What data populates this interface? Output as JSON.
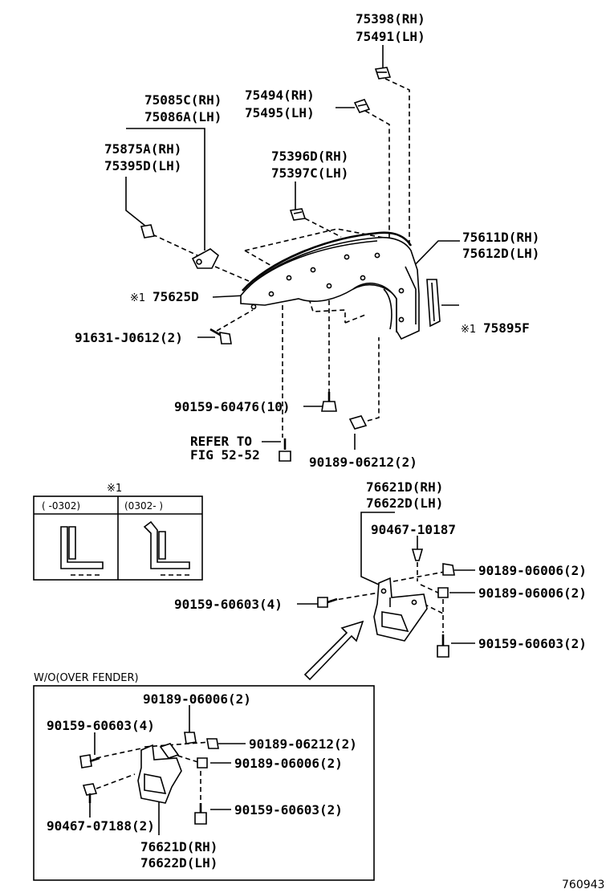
{
  "labels": {
    "clip_top_rh": "75398(RH)",
    "clip_top_lh": "75491(LH)",
    "clip_b_rh": "75494(RH)",
    "clip_b_lh": "75495(LH)",
    "bracket_rh": "75085C(RH)",
    "bracket_lh": "75086A(LH)",
    "clip_a_rh": "75875A(RH)",
    "clip_a_lh": "75395D(LH)",
    "clip_c_rh": "75396D(RH)",
    "clip_c_lh": "75397C(LH)",
    "fender_rh": "75611D(RH)",
    "fender_lh": "75612D(LH)",
    "molding_mark": "※1",
    "molding": "75625D",
    "seal_mark": "※1",
    "seal": "75895F",
    "screw_91631": "91631-J0612(2)",
    "bolt_90159_10": "90159-60476(10)",
    "refer_line1": "REFER TO",
    "refer_line2": "FIG 52-52",
    "clip_90189_06212_2": "90189-06212(2)",
    "mud_rh": "76621D(RH)",
    "mud_lh": "76622D(LH)",
    "clip_90467_10187": "90467-10187",
    "clip_90189_06006_2a": "90189-06006(2)",
    "clip_90189_06006_2b": "90189-06006(2)",
    "bolt_90159_60603_4": "90159-60603(4)",
    "bolt_90159_60603_2": "90159-60603(2)"
  },
  "legend": {
    "mark": "※1",
    "col1_header": "(   -0302)",
    "col2_header": "(0302-   )"
  },
  "inset": {
    "title": "W/O(OVER FENDER)",
    "clip_90189_06006_2a": "90189-06006(2)",
    "bolt_90159_60603_4": "90159-60603(4)",
    "clip_90189_06212_2": "90189-06212(2)",
    "clip_90189_06006_2b": "90189-06006(2)",
    "bolt_90159_60603_2": "90159-60603(2)",
    "screw_90467_07188": "90467-07188(2)",
    "mud_rh": "76621D(RH)",
    "mud_lh": "76622D(LH)"
  },
  "figure_number": "760943"
}
